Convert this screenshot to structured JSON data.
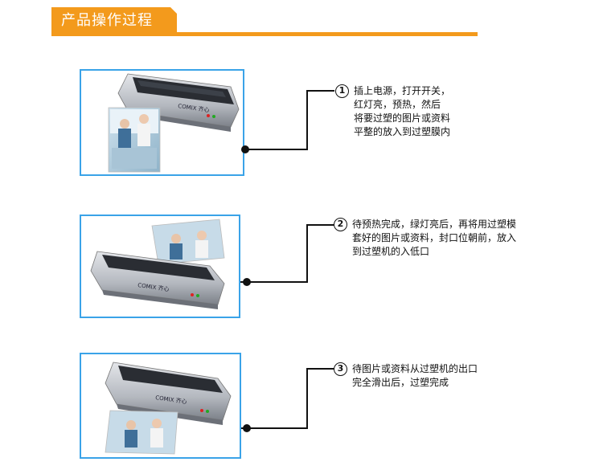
{
  "header": {
    "title": "产品操作过程"
  },
  "steps": [
    {
      "number": "1",
      "lines": [
        "插上电源，打开开关，",
        "红灯亮，预热，然后",
        "将要过塑的图片或资料",
        "平整的放入到过塑膜内"
      ]
    },
    {
      "number": "2",
      "lines": [
        "待预热完成，绿灯亮后，再将用过塑模",
        "套好的图片或资料，封口位朝前，放入",
        "到过塑机的入低口"
      ]
    },
    {
      "number": "3",
      "lines": [
        "待图片或资料从过塑机的出口",
        "完全滑出后，过塑完成"
      ]
    }
  ],
  "device": {
    "brand": "COMIX 齐心"
  },
  "colors": {
    "accent": "#f39a1c",
    "frame": "#3aa3e8"
  }
}
